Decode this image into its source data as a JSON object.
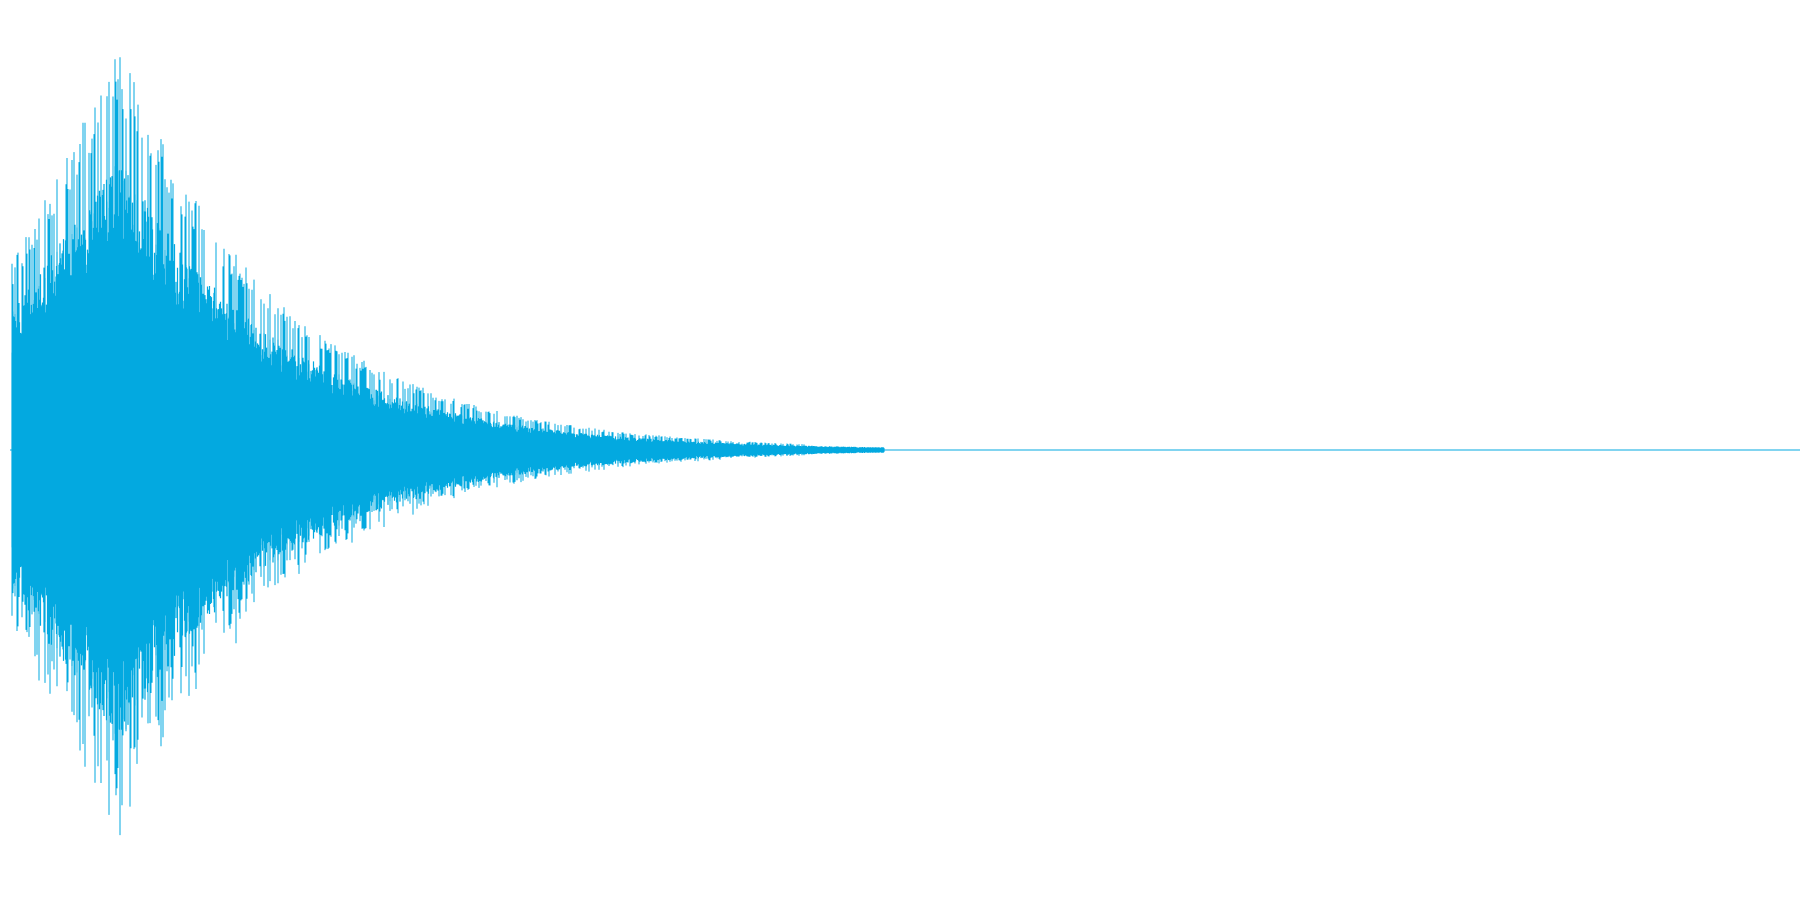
{
  "waveform": {
    "color": "#03a9e0",
    "baseline_color": "#03a9e0",
    "background": "#ffffff",
    "envelope": {
      "attack_peak_position": 0.06,
      "decay_end_position": 0.44,
      "initial_level": 0.43,
      "peak_level": 0.9
    }
  }
}
